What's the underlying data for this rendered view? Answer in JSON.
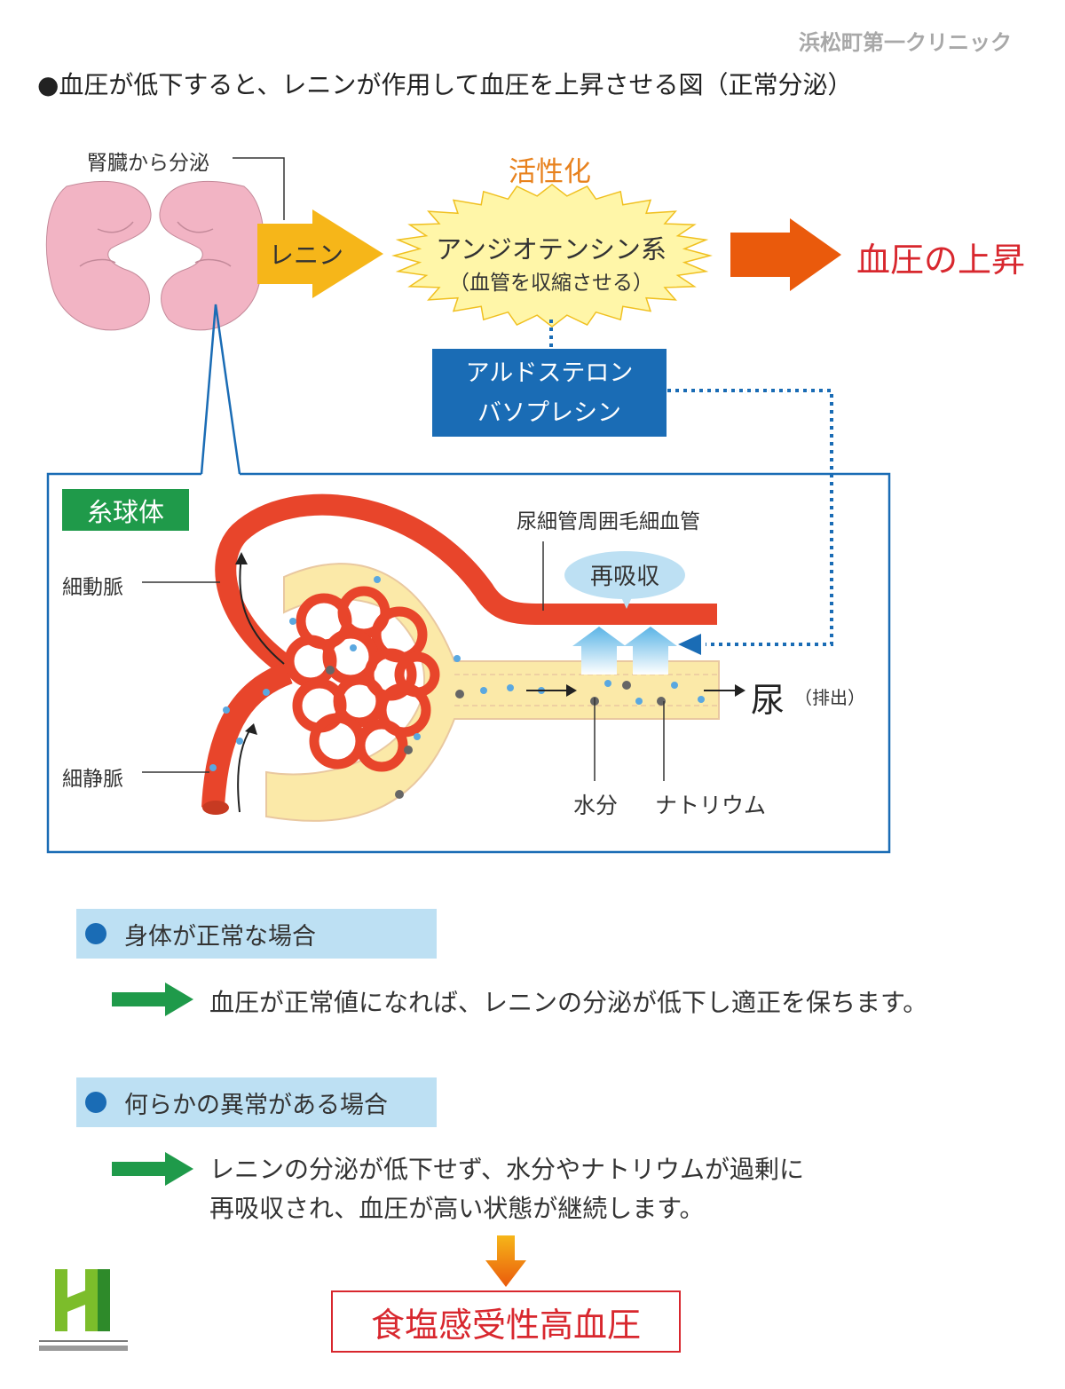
{
  "header": {
    "clinic_name": "浜松町第一クリニック",
    "title": "●血圧が低下すると、レニンが作用して血圧を上昇させる図（正常分泌）"
  },
  "flow": {
    "kidney_secrete": "腎臓から分泌",
    "renin": "レニン",
    "activation": "活性化",
    "angiotensin_title": "アンジオテンシン系",
    "angiotensin_sub": "（血管を収縮させる）",
    "bp_rise": "血圧の上昇",
    "aldosterone": "アルドステロン",
    "vasopressin": "バソプレシン"
  },
  "glomerulus": {
    "label": "糸球体",
    "arteriole": "細動脈",
    "venule": "細静脈",
    "capillary": "尿細管周囲毛細血管",
    "reabsorb": "再吸収",
    "urine": "尿",
    "urine_excrete": "（排出）",
    "water": "水分",
    "sodium": "ナトリウム"
  },
  "cases": {
    "normal_title": "身体が正常な場合",
    "normal_result": "血圧が正常値になれば、レニンの分泌が低下し適正を保ちます。",
    "abnormal_title": "何らかの異常がある場合",
    "abnormal_result_1": "レニンの分泌が低下せず、水分やナトリウムが過剰に",
    "abnormal_result_2": "再吸収され、血圧が高い状態が継続します。",
    "final": "食塩感受性高血圧"
  },
  "colors": {
    "kidney": "#f2b4c4",
    "renin_arrow": "#f6b619",
    "burst": "#fff6a8",
    "bp_arrow": "#ea5a0c",
    "accent_red": "#d8272e",
    "blue": "#1a6cb5",
    "green": "#1f9a4a",
    "vessel": "#e8452b",
    "tubule": "#fbe9a8"
  }
}
